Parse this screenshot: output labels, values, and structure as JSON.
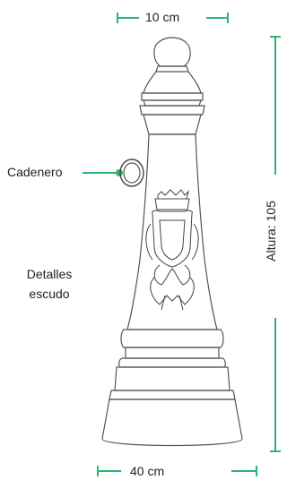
{
  "dimensions": {
    "top_width": "10 cm",
    "base_width": "40 cm",
    "height": "Altura: 105"
  },
  "labels": {
    "chain": "Cadenero",
    "shield_line1": "Detalles",
    "shield_line2": "escudo"
  },
  "colors": {
    "accent": "#2bb673",
    "outline": "#555555"
  },
  "icons": {
    "bollard": "chess-bishop-bollard-drawing",
    "ring": "chain-ring",
    "crest": "coat-of-arms-shield"
  }
}
